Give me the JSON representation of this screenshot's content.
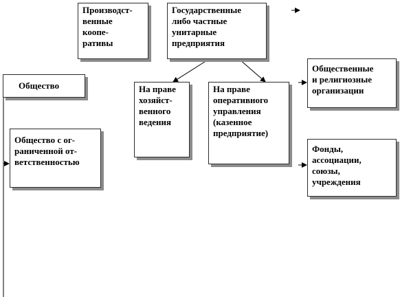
{
  "nodes": {
    "production_coops": "Производст-\nвенные\nкоопе-\nративы",
    "unitary_enterprises": "Государственные\nлибо частные\nунитарные\nпредприятия",
    "society": "Общество",
    "economic_management": "На праве\nхозяйст-\nвенного\nведения",
    "operational_management": "На праве\nоперативного\nуправления\n(казенное\nпредприятие)",
    "public_religious": "Общественные\nи религиозные\nорганизации",
    "llc": "Общество с ог-\nраниченной от-\nветственностью",
    "funds": "Фонды,\nассоциации,\nсоюзы,\nучреждения"
  }
}
